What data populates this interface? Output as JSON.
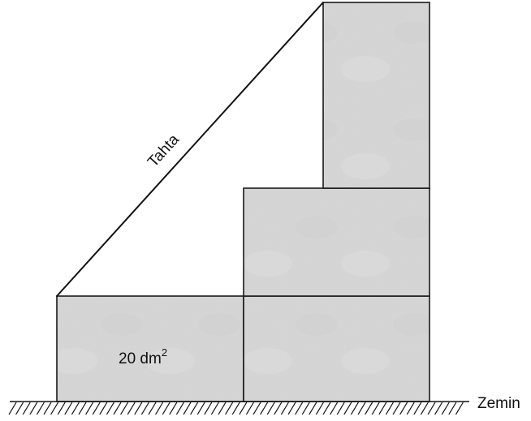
{
  "labels": {
    "plank": "Tahta",
    "area_value": "20 dm",
    "area_exponent": "2",
    "ground": "Zemin"
  },
  "colors": {
    "block_fill": "#d5d6d5",
    "line": "#111111",
    "background": "#ffffff"
  }
}
